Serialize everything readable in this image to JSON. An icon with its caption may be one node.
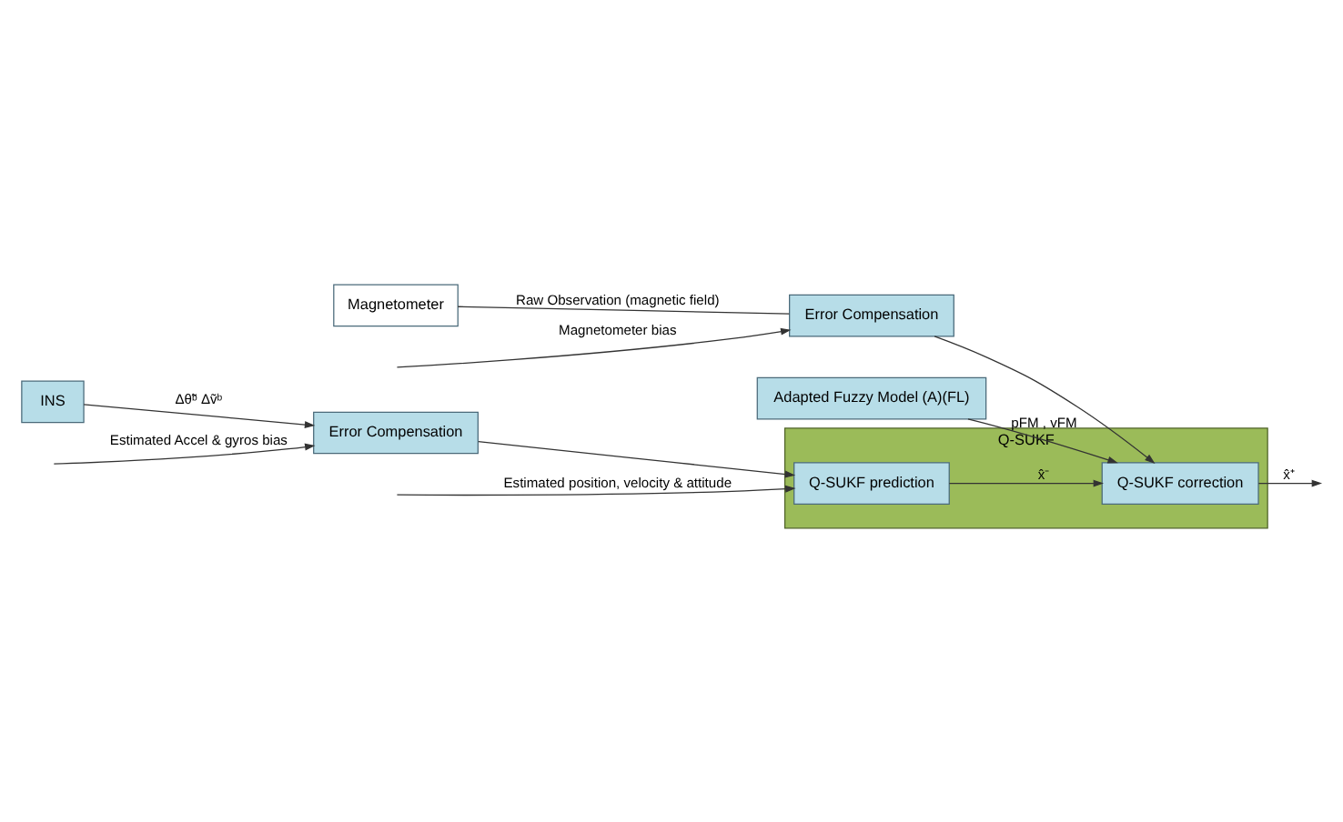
{
  "diagram": {
    "nodes": [
      {
        "text": [
          "INS"
        ]
      },
      {
        "text": [
          "Error Compensation"
        ]
      },
      {
        "text": [
          "Q-SUKF"
        ]
      },
      {
        "text": [
          "Q-SUKF prediction"
        ],
        "in": 2
      },
      {
        "text": [
          "Q-SUKF correction"
        ],
        "in": 2
      },
      {
        "text": [
          "Adapted Fuzzy Model (A)(FL)"
        ]
      },
      {
        "text": [
          "Magnetometer"
        ]
      },
      {
        "text": [
          "Error Compensation"
        ]
      }
    ],
    "edges": [
      {
        "from": 0,
        "to": 1,
        "arrow": "to",
        "label": "Δθ̃ᵇ Δṽᵇ"
      },
      {
        "from": 1,
        "to": 3,
        "arrow": "to"
      },
      {
        "from": 3,
        "to": 4,
        "arrow": "to",
        "label": "x̂⁻"
      },
      {
        "from": 4,
        "to": null,
        "arrow": "to",
        "label": "x̂⁺"
      },
      {
        "from": null,
        "to": 1,
        "arrow": "to",
        "label": "Estimated Accel & gyros bias"
      },
      {
        "from": null,
        "to": 3,
        "arrow": "to",
        "label": "Estimated position, velocity & attitude"
      },
      {
        "from": 5,
        "to": 4,
        "arrow": "to",
        "label": "pFM , vFM"
      },
      {
        "from": 6,
        "to": 7,
        "arrow": "none",
        "label": "Raw Observation (magnetic field)"
      },
      {
        "from": 7,
        "to": 4,
        "arrow": "to"
      },
      {
        "from": null,
        "to": 7,
        "arrow": "to",
        "label": "Magnetometer bias"
      }
    ]
  }
}
